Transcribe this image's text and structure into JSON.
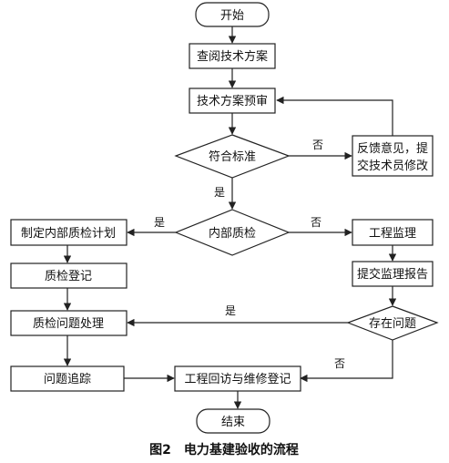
{
  "nodes": {
    "start": "开始",
    "review_plan": "查阅技术方案",
    "pre_review": "技术方案预审",
    "conform_check": "符合标准",
    "feedback_line1": "反馈意见，提",
    "feedback_line2": "交技术员修改",
    "internal_qc": "内部质检",
    "make_plan": "制定内部质检计划",
    "qc_register": "质检登记",
    "qc_handling": "质检问题处理",
    "issue_tracking": "问题追踪",
    "supervision": "工程监理",
    "submit_report": "提交监理报告",
    "has_issue": "存在问题",
    "revisit": "工程回访与维修登记",
    "end": "结束"
  },
  "edge_labels": {
    "conform_no": "否",
    "conform_yes": "是",
    "qc_yes": "是",
    "qc_no": "否",
    "issue_yes": "是",
    "issue_no": "否"
  },
  "caption": "图2　电力基建验收的流程"
}
